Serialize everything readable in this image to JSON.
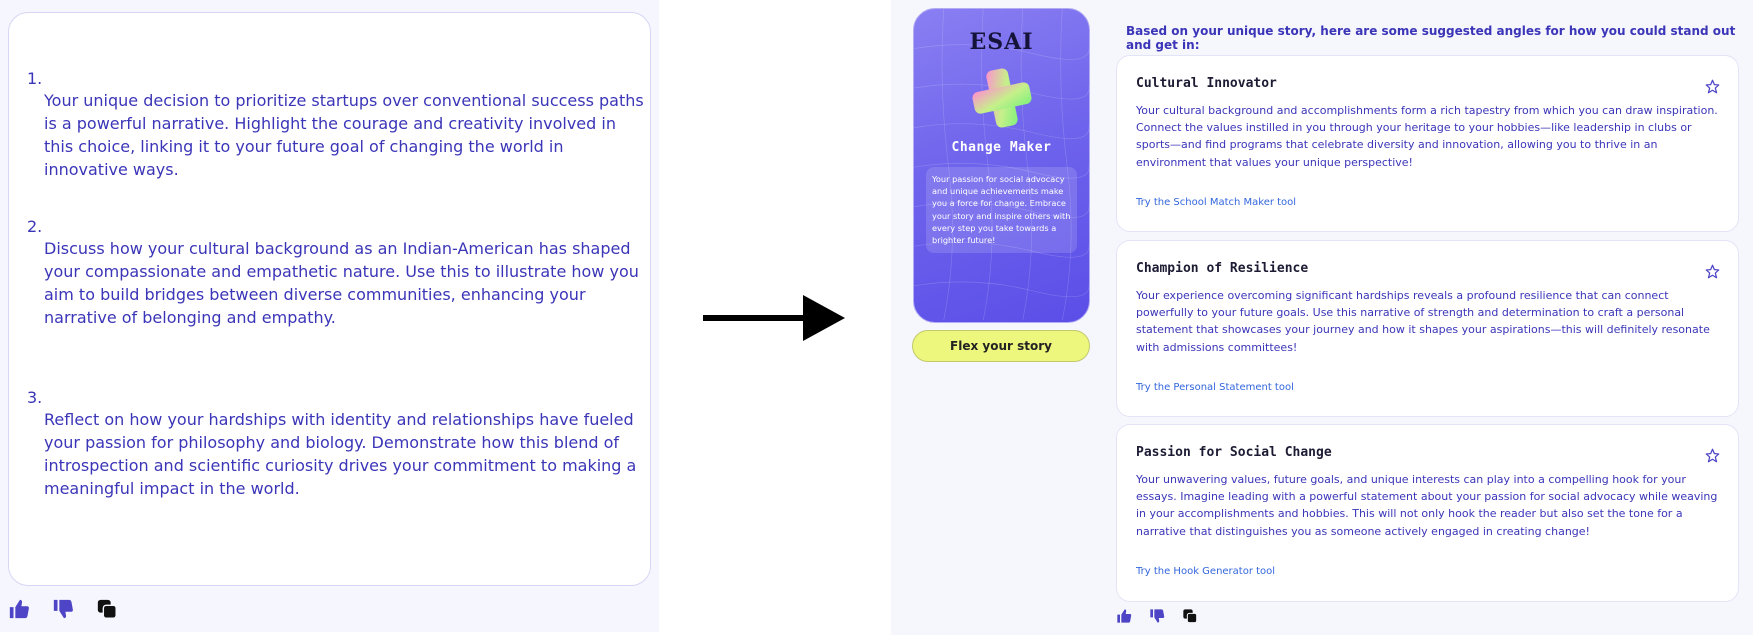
{
  "left": {
    "points": [
      {
        "num": "1.",
        "text": "Your unique decision to prioritize startups over conventional success paths is a powerful narrative. Highlight the courage and creativity involved in this choice, linking it to your future goal of changing the world in innovative ways."
      },
      {
        "num": "2.",
        "text": "Discuss how your cultural background as an Indian-American has shaped your compassionate and empathetic nature. Use this to illustrate how you aim to build bridges between diverse communities, enhancing your narrative of belonging and empathy."
      },
      {
        "num": "3.",
        "text": "Reflect on how your hardships with identity and relationships have fueled your passion for philosophy and biology. Demonstrate how this blend of introspection and scientific curiosity drives your commitment to making a meaningful impact in the world."
      }
    ],
    "actions": [
      "thumbs-up-icon",
      "thumbs-down-icon",
      "copy-icon"
    ]
  },
  "persona": {
    "brand": "ESAI",
    "title": "Change Maker",
    "description": "Your passion for social advocacy and unique achievements make you a force for change. Embrace your story and inspire others with every step you take towards a brighter future!",
    "button_label": "Flex your story"
  },
  "angles": {
    "header": "Based on your unique story, here are some suggested angles for how you could stand out and get in:",
    "cards": [
      {
        "title": "Cultural Innovator",
        "body": "Your cultural background and accomplishments form a rich tapestry from which you can draw inspiration. Connect the values instilled in you through your heritage to your hobbies—like leadership in clubs or sports—and find programs that celebrate diversity and innovation, allowing you to thrive in an environment that values your unique perspective!",
        "link": "Try the School Match Maker tool"
      },
      {
        "title": "Champion of Resilience",
        "body": "Your experience overcoming significant hardships reveals a profound resilience that can connect powerfully to your future goals. Use this narrative of strength and determination to craft a personal statement that showcases your journey and how it shapes your aspirations—this will definitely resonate with admissions committees!",
        "link": "Try the Personal Statement tool"
      },
      {
        "title": "Passion for Social Change",
        "body": "Your unwavering values, future goals, and unique interests can play into a compelling hook for your essays. Imagine leading with a powerful statement about your passion for social advocacy while weaving in your accomplishments and hobbies. This will not only hook the reader but also set the tone for a narrative that distinguishes you as someone actively engaged in creating change!",
        "link": "Try the Hook Generator tool"
      }
    ]
  },
  "colors": {
    "accent_text": "#3b35b8",
    "link": "#3366dd",
    "button_bg": "#eef77d",
    "card_gradient_start": "#8a7ff2",
    "card_gradient_end": "#5a4ee8"
  }
}
